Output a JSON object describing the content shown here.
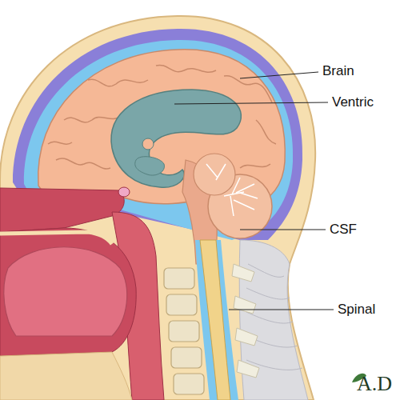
{
  "diagram": {
    "labels": [
      "Brain",
      "Ventric",
      "CSF",
      "Spinal",
      "A.D"
    ]
  }
}
